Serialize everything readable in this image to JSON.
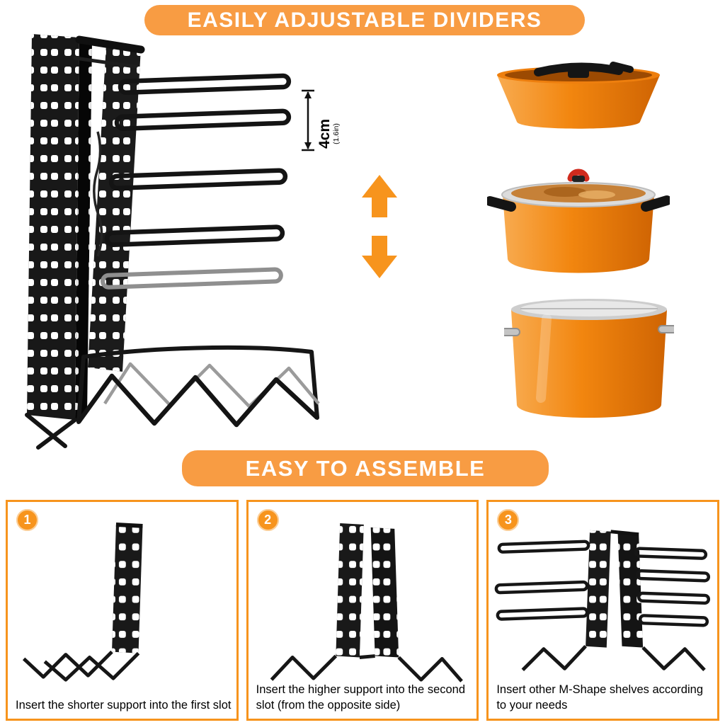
{
  "banners": {
    "top": "EASILY ADJUSTABLE DIVIDERS",
    "middle": "EASY TO ASSEMBLE"
  },
  "measurement": {
    "value": "4cm",
    "unit": "(1.6in)"
  },
  "colors": {
    "accent": "#F7941D",
    "banner_bg": "#F89C43",
    "pot_orange": "#EF8A10",
    "rack_black": "#191919",
    "divider_gray": "#8F8F8F"
  },
  "icons": {
    "adjust_arrows": "up-down-adjust-arrows-icon"
  },
  "steps": [
    {
      "number": "1",
      "caption": "Insert the shorter support into the first slot"
    },
    {
      "number": "2",
      "caption": "Insert the higher support into the second slot (from the opposite side)"
    },
    {
      "number": "3",
      "caption": "Insert other M-Shape shelves according to your needs"
    }
  ]
}
